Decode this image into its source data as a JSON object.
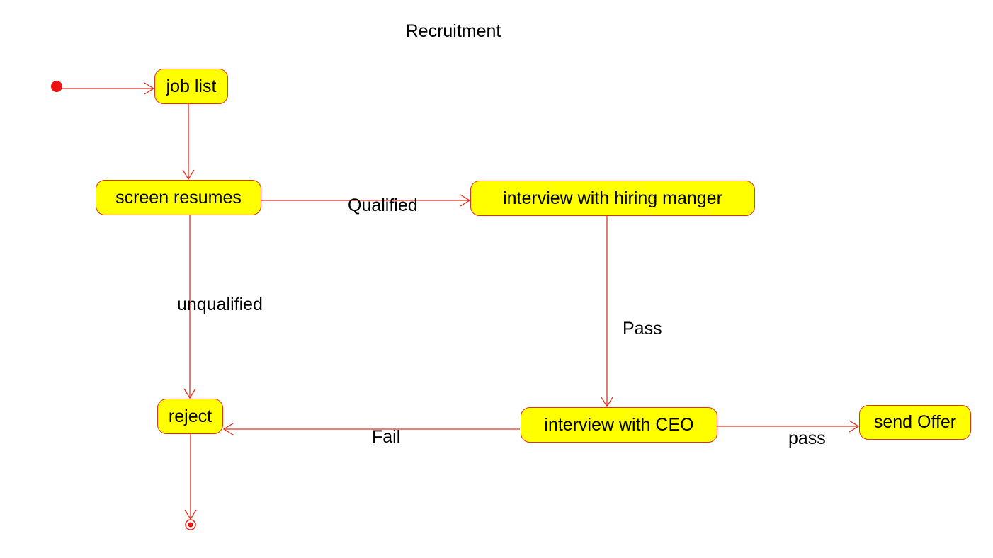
{
  "diagram": {
    "title": "Recruitment",
    "colors": {
      "state_fill": "#ffff00",
      "state_border": "#e0301e",
      "line": "#e0301e",
      "initial": "#ee1111",
      "text": "#000000"
    },
    "states": {
      "job_list": "job list",
      "screen_resumes": "screen resumes",
      "interview_hiring_manager": "interview with hiring manger",
      "interview_ceo": "interview with CEO",
      "reject": "reject",
      "send_offer": "send Offer"
    },
    "transitions": {
      "qualified": "Qualified",
      "unqualified": "unqualified",
      "pass_hiring": "Pass",
      "fail": "Fail",
      "pass_ceo": "pass"
    }
  }
}
